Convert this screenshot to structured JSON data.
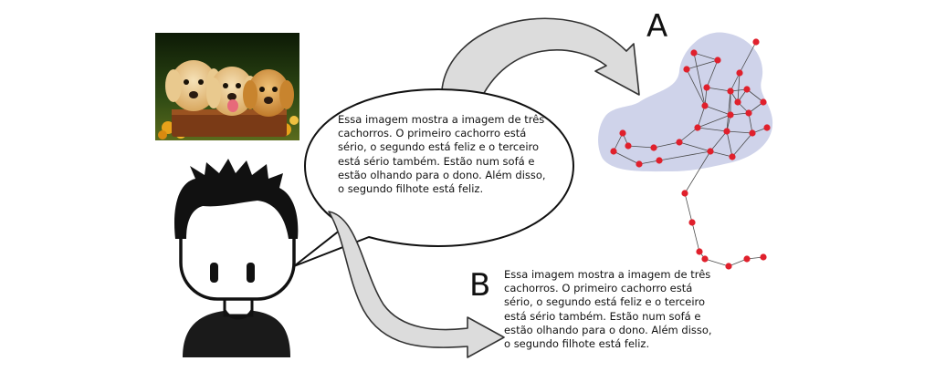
{
  "photo": {
    "icon": "puppies-photo"
  },
  "bubble_text": "Essa imagem mostra a imagem de três\ncachorros. O primeiro cachorro está\nsério, o segundo está feliz e o terceiro\nestá sério também. Estão num sofá e\nestão olhando para o dono. Além disso,\no segundo filhote está feliz.",
  "labels": {
    "a": "A",
    "b": "B"
  },
  "b_text": "Essa imagem mostra a imagem de três\ncachorros. O primeiro cachorro está\nsério, o segundo está feliz e o terceiro\nestá sério também. Estão num sofá e\nestão olhando para o dono. Além disso,\no segundo filhote está feliz.",
  "graph": {
    "node_color": "#e0202c",
    "blob_color": "#cfd3ea"
  }
}
